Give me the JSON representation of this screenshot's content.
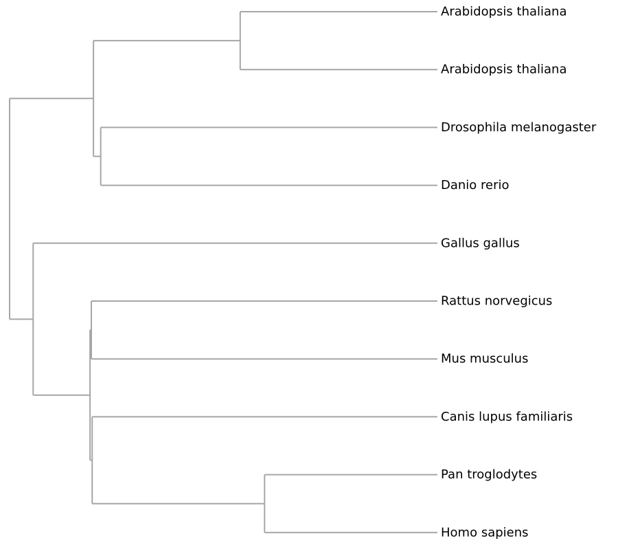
{
  "chart_data": {
    "type": "dendrogram",
    "orientation": "left",
    "leaf_labels": [
      "Arabidopsis thaliana",
      "Arabidopsis thaliana",
      "Drosophila melanogaster",
      "Danio rerio",
      "Gallus gallus",
      "Rattus norvegicus",
      "Mus musculus",
      "Canis lupus familiaris",
      "Pan troglodytes",
      "Homo sapiens"
    ],
    "branch_color": "#a6a6a6",
    "tree": {
      "height": 1.0,
      "children": [
        {
          "height": 0.804,
          "children": [
            {
              "height": 0.461,
              "children": [
                {
                  "leaf": 0
                },
                {
                  "leaf": 1
                }
              ]
            },
            {
              "height": 0.787,
              "children": [
                {
                  "leaf": 2
                },
                {
                  "leaf": 3
                }
              ]
            }
          ]
        },
        {
          "height": 0.945,
          "children": [
            {
              "leaf": 4
            },
            {
              "height": 0.812,
              "children": [
                {
                  "height": 0.809,
                  "children": [
                    {
                      "leaf": 5
                    },
                    {
                      "leaf": 6
                    }
                  ]
                },
                {
                  "height": 0.807,
                  "children": [
                    {
                      "leaf": 7
                    },
                    {
                      "height": 0.404,
                      "children": [
                        {
                          "leaf": 8
                        },
                        {
                          "leaf": 9
                        }
                      ]
                    }
                  ]
                }
              ]
            }
          ]
        }
      ]
    }
  }
}
